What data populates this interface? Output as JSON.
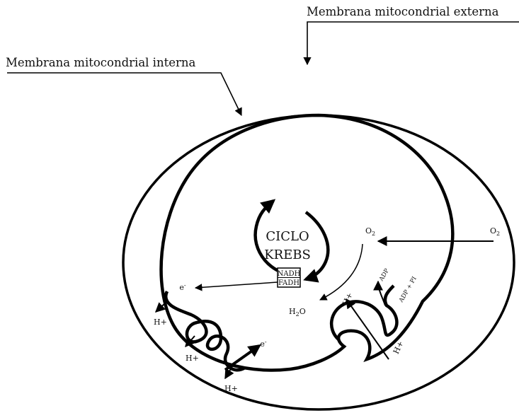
{
  "labels": {
    "outer_membrane": "Membrana mitocondrial externa",
    "inner_membrane": "Membrana mitocondrial interna",
    "cycle_line1": "CICLO",
    "cycle_line2": "KREBS",
    "nadh": "NADH",
    "fadh": "FADH",
    "o2_left": "O",
    "o2_right": "O",
    "o2_sub": "2",
    "h2o_h": "H",
    "h2o_sub": "2",
    "h2o_o": "O",
    "electron_left": "e",
    "electron_right": "e",
    "electron_sup": "-",
    "h_plus_1": "H+",
    "h_plus_2": "H+",
    "h_plus_3": "H+",
    "h_plus_synthase_in": "H+",
    "h_plus_synthase_out": "H+",
    "adp": "ADP",
    "adp_pi": "ADP + PI"
  },
  "icons": {
    "arrowhead": "filled-triangle-arrowhead"
  }
}
